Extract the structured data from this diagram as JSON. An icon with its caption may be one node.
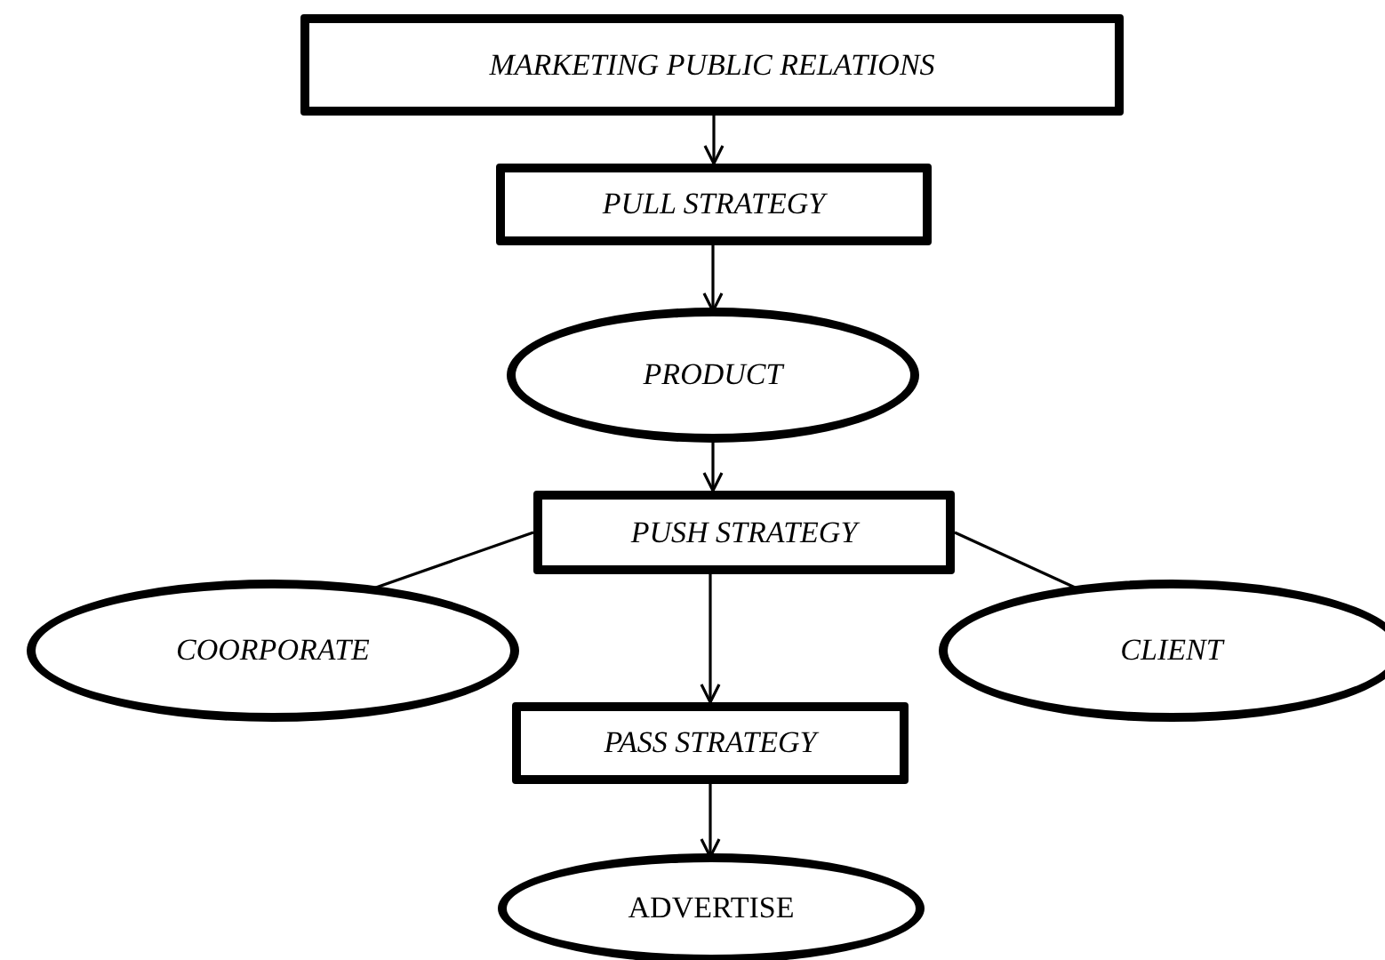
{
  "diagram": {
    "nodes": [
      {
        "text": [
          "MARKETING PUBLIC RELATIONS"
        ]
      },
      {
        "text": [
          "PULL STRATEGY"
        ]
      },
      {
        "text": [
          "PRODUCT"
        ]
      },
      {
        "text": [
          "PUSH STRATEGY"
        ]
      },
      {
        "text": [
          "COORPORATE"
        ]
      },
      {
        "text": [
          "CLIENT"
        ]
      },
      {
        "text": [
          "PASS STRATEGY"
        ]
      },
      {
        "text": [
          "ADVERTISE"
        ]
      }
    ],
    "edges": [
      {
        "from": 0,
        "to": 1,
        "arrow": "to"
      },
      {
        "from": 1,
        "to": 2,
        "arrow": "to"
      },
      {
        "from": 2,
        "to": 3,
        "arrow": "to"
      },
      {
        "from": 3,
        "to": 4,
        "arrow": "none"
      },
      {
        "from": 3,
        "to": 5,
        "arrow": "none"
      },
      {
        "from": 3,
        "to": 6,
        "arrow": "to"
      },
      {
        "from": 6,
        "to": 7,
        "arrow": "to"
      }
    ]
  }
}
